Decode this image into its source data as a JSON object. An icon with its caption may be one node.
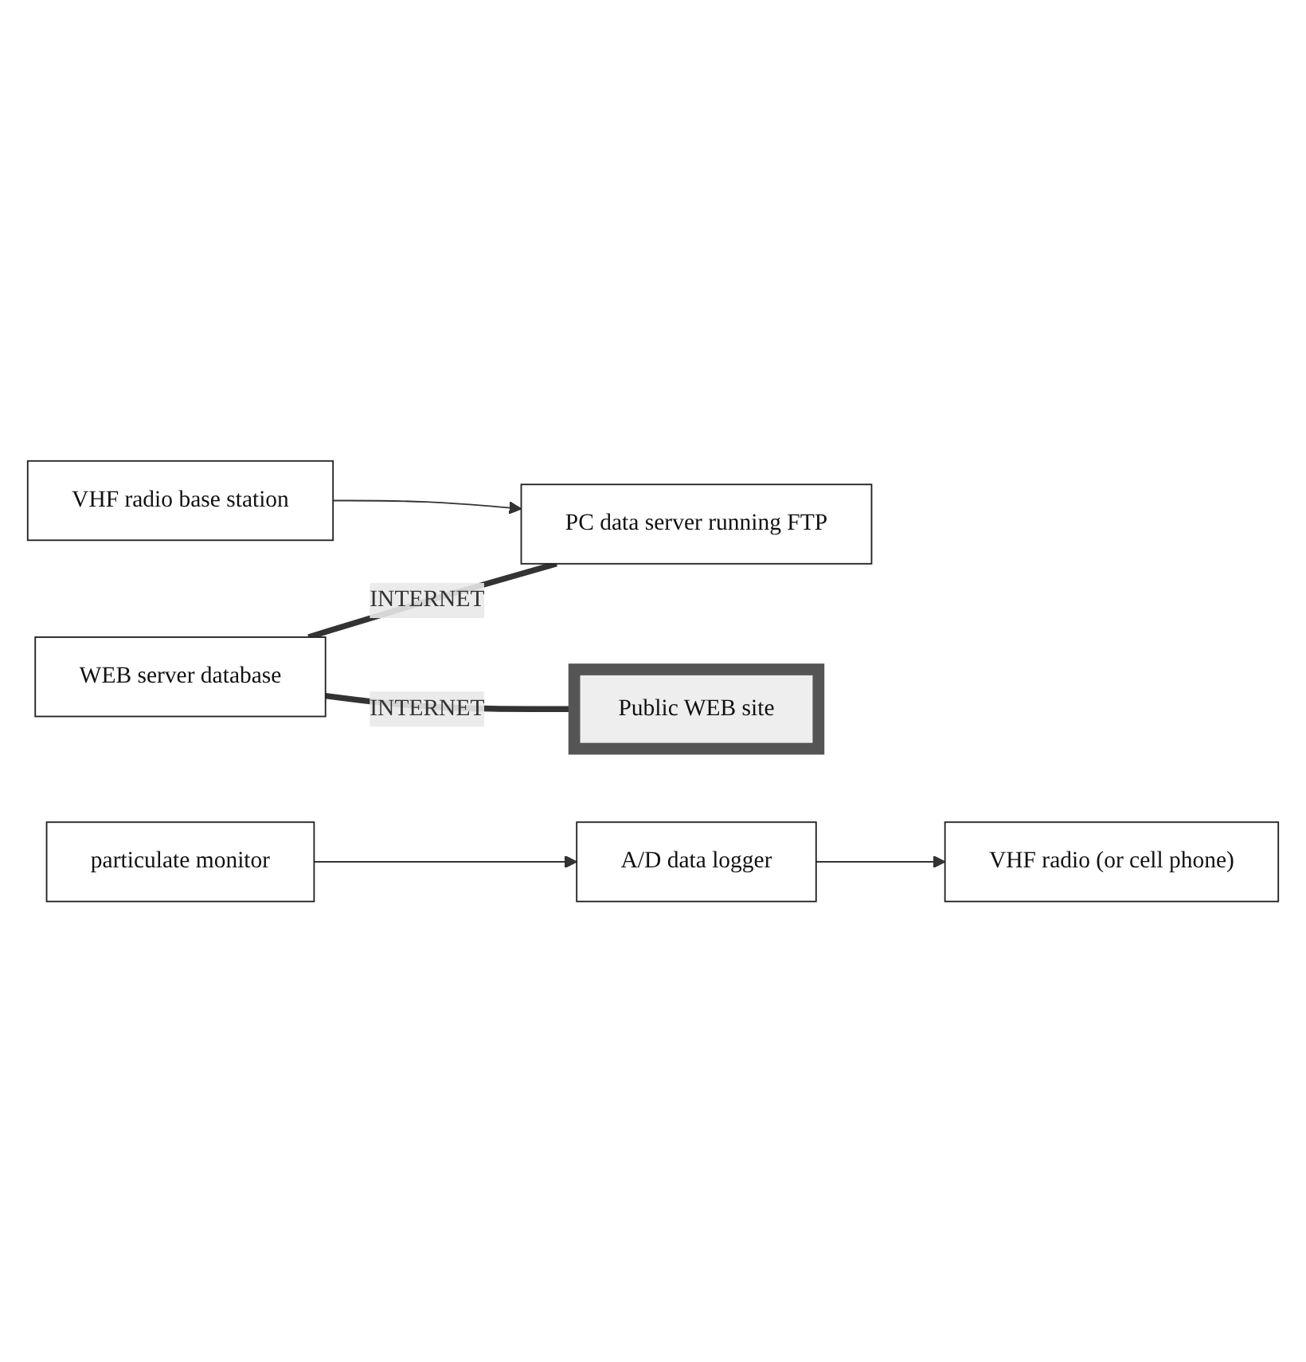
{
  "diagram": {
    "nodes": [
      {
        "text": [
          "WEB server database"
        ]
      },
      {
        "text": [
          "PC data server running FTP"
        ]
      },
      {
        "text": [
          "VHF radio base station"
        ]
      },
      {
        "text": [
          "Public WEB site"
        ]
      },
      {
        "text": [
          "particulate monitor"
        ]
      },
      {
        "text": [
          "A/D data logger"
        ]
      },
      {
        "text": [
          "VHF radio (or cell phone)"
        ]
      }
    ],
    "edges": [
      {
        "from": 0,
        "to": 1,
        "arrow": "none",
        "label": "INTERNET",
        "style": "thick"
      },
      {
        "from": 0,
        "to": 3,
        "arrow": "none",
        "label": "INTERNET",
        "style": "thick"
      },
      {
        "from": 2,
        "to": 1,
        "arrow": "to"
      },
      {
        "from": 4,
        "to": 5,
        "arrow": "to"
      },
      {
        "from": 5,
        "to": 6,
        "arrow": "to"
      }
    ]
  }
}
